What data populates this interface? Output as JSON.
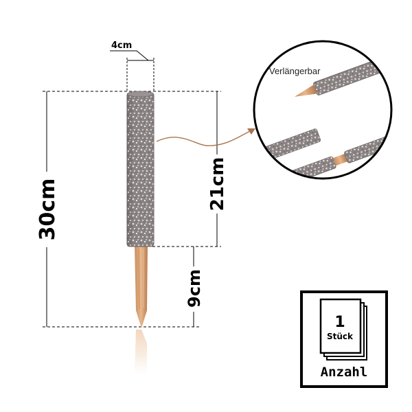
{
  "dimensions": {
    "width_label": "4cm",
    "total_height_label": "30cm",
    "moss_height_label": "21cm",
    "stake_height_label": "9cm"
  },
  "inset": {
    "label": "Verlängerbar"
  },
  "badge": {
    "count": "1",
    "unit": "Stück",
    "word": "Anzahl"
  },
  "colors": {
    "moss_base": "#8a8383",
    "moss_speckle": "#e4e0dc",
    "wood": "#d9a275",
    "wood_dark": "#b87b4e",
    "arrow": "#a8754e",
    "line": "#000000"
  }
}
